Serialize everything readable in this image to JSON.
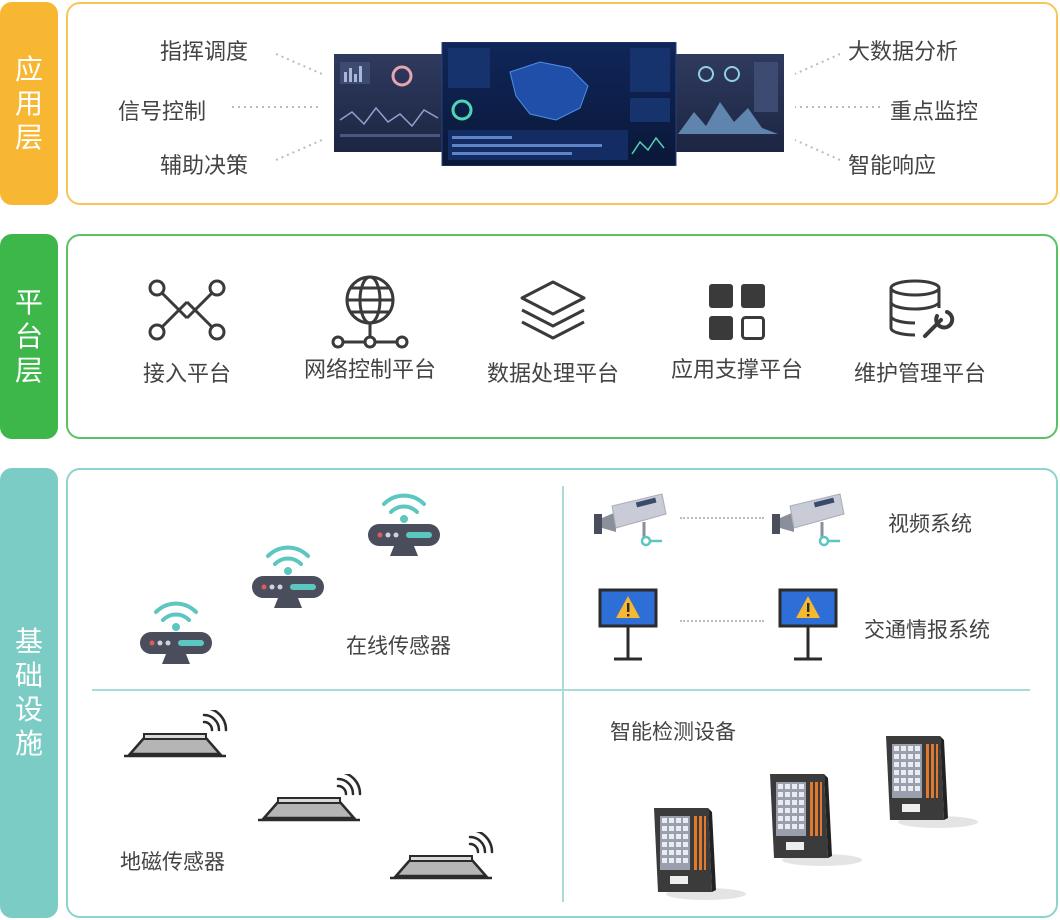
{
  "colors": {
    "app_layer": "#f7b733",
    "platform_layer": "#3db64a",
    "infra_layer": "#7cccc6",
    "icon_dark": "#3a3a3a",
    "screen_bg": "#1b2a55"
  },
  "layers": {
    "application": {
      "label": "应用层",
      "left_items": [
        "指挥调度",
        "信号控制",
        "辅助决策"
      ],
      "right_items": [
        "大数据分析",
        "重点监控",
        "智能响应"
      ]
    },
    "platform": {
      "label": "平台层",
      "items": [
        {
          "label": "接入平台",
          "icon": "network-nodes-icon"
        },
        {
          "label": "网络控制平台",
          "icon": "globe-network-icon"
        },
        {
          "label": "数据处理平台",
          "icon": "layers-icon"
        },
        {
          "label": "应用支撑平台",
          "icon": "grid-apps-icon"
        },
        {
          "label": "维护管理平台",
          "icon": "database-wrench-icon"
        }
      ]
    },
    "infrastructure": {
      "label": "基础设施",
      "online_sensor": "在线传感器",
      "video_system": "视频系统",
      "traffic_info_system": "交通情报系统",
      "geomagnetic_sensor": "地磁传感器",
      "smart_detection": "智能检测设备"
    }
  }
}
